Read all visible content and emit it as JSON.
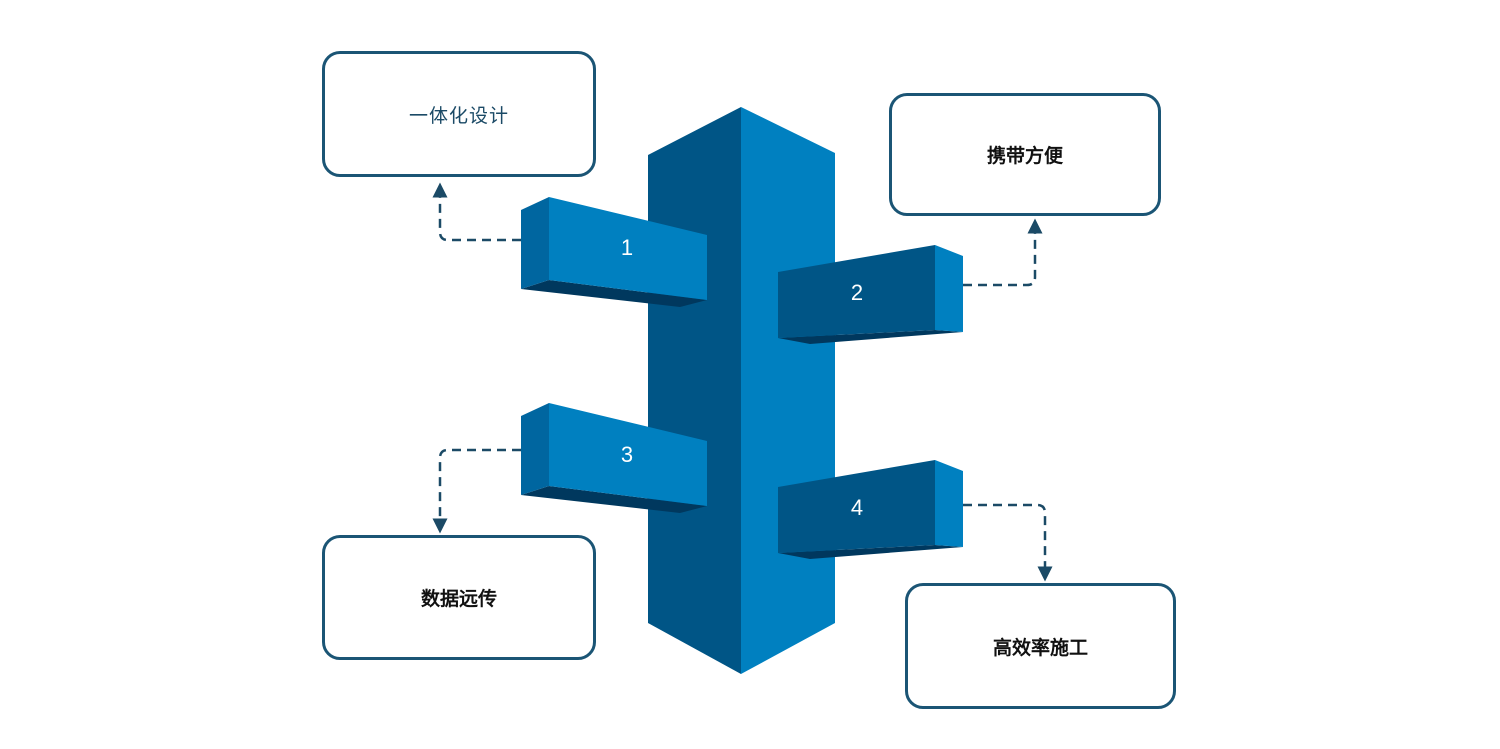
{
  "colors": {
    "dark": "#005586",
    "light": "#0080c0",
    "shadow": "#00385e",
    "border": "#1b5575"
  },
  "bars": [
    {
      "number": "1",
      "label": "一体化设计"
    },
    {
      "number": "2",
      "label": "携带方便"
    },
    {
      "number": "3",
      "label": "数据远传"
    },
    {
      "number": "4",
      "label": "高效率施工"
    }
  ]
}
